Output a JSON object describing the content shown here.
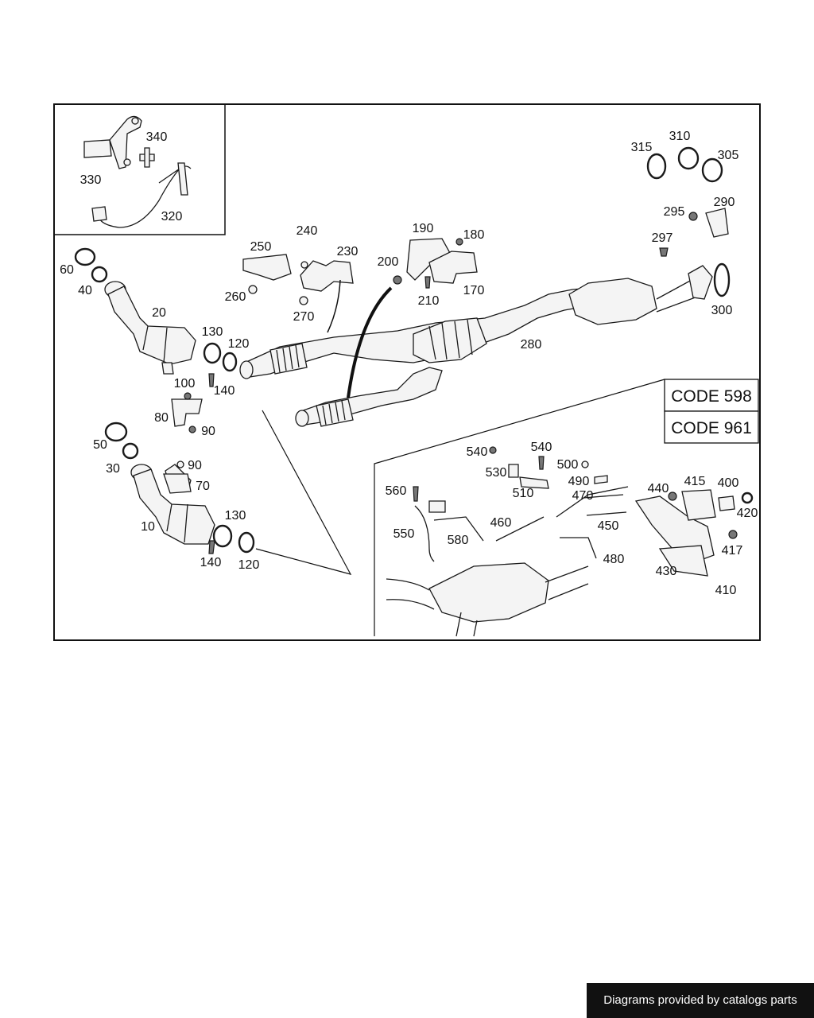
{
  "labels": [
    "10",
    "20",
    "30",
    "40",
    "50",
    "60",
    "70",
    "80",
    "90",
    "90",
    "100",
    "120",
    "120",
    "130",
    "130",
    "140",
    "140",
    "170",
    "180",
    "190",
    "200",
    "210",
    "230",
    "240",
    "250",
    "260",
    "270",
    "280",
    "290",
    "295",
    "297",
    "300",
    "305",
    "310",
    "315",
    "320",
    "330",
    "340",
    "400",
    "410",
    "415",
    "417",
    "420",
    "430",
    "440",
    "450",
    "460",
    "470",
    "480",
    "490",
    "500",
    "510",
    "530",
    "540",
    "540",
    "550",
    "560",
    "580"
  ],
  "codes": [
    "CODE 598",
    "CODE 961"
  ],
  "watermark": "Diagrams provided by catalogs parts"
}
